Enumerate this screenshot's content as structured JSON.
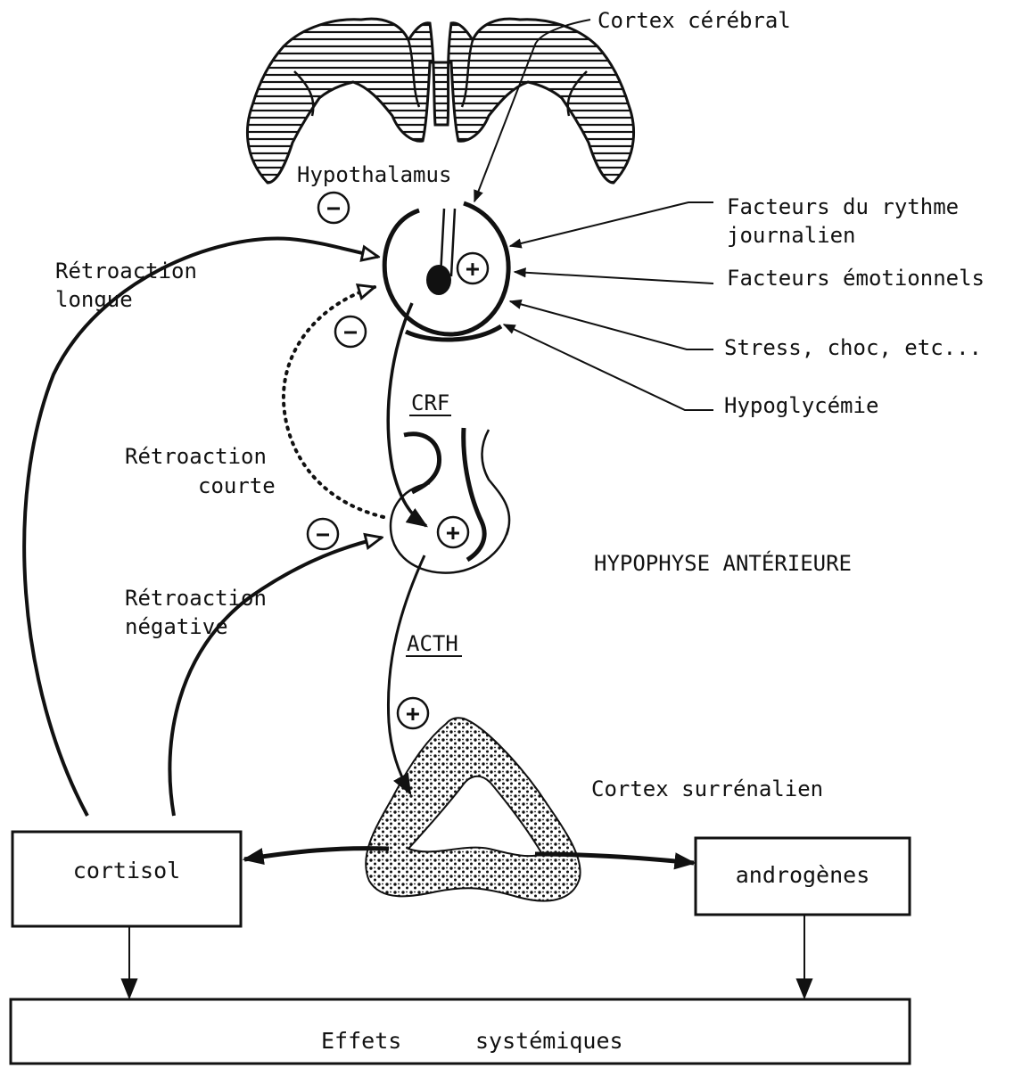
{
  "labels": {
    "cortex_cerebral": "Cortex cérébral",
    "hypothalamus": "Hypothalamus",
    "facteurs_rythme_1": "Facteurs du rythme",
    "facteurs_rythme_2": "journalien",
    "facteurs_emotionnels": "Facteurs émotionnels",
    "stress": "Stress, choc, etc...",
    "hypoglycemie": "Hypoglycémie",
    "retro_longue_1": "Rétroaction",
    "retro_longue_2": "longue",
    "retro_courte_1": "Rétroaction",
    "retro_courte_2": "courte",
    "retro_negative_1": "Rétroaction",
    "retro_negative_2": "négative",
    "crf": "CRF",
    "acth": "ACTH",
    "hypophyse": "HYPOPHYSE ANTÉRIEURE",
    "cortex_surrenalien": "Cortex surrénalien",
    "cortisol": "cortisol",
    "androgenes": "androgènes",
    "effets_1": "Effets",
    "effets_2": "systémiques"
  },
  "signs": {
    "minus": "−",
    "plus": "+"
  }
}
